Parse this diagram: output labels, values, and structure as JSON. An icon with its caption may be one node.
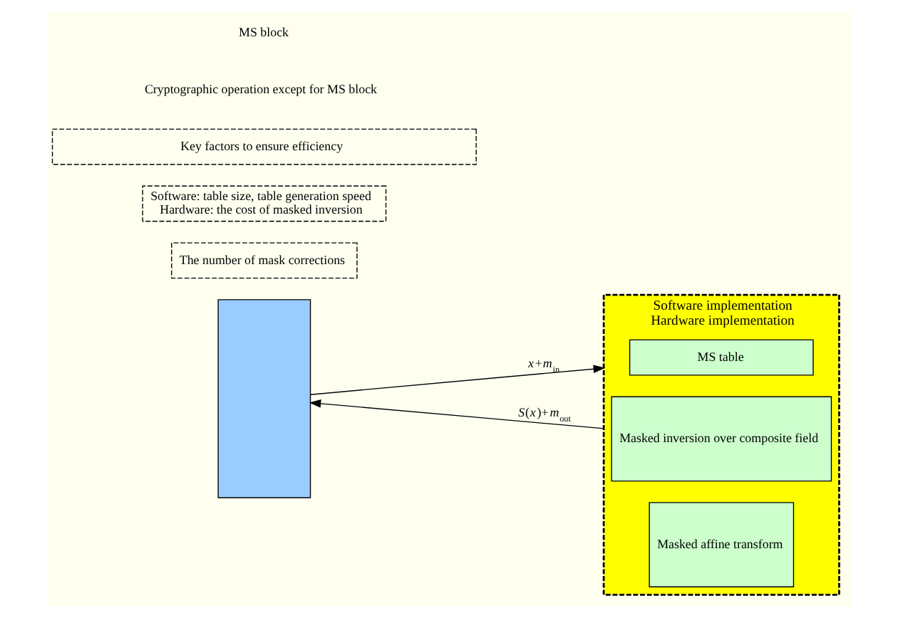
{
  "diagram": {
    "nodes": [
      {
        "text": [],
        "shape": "box"
      },
      {
        "text": [
          "Software implementation",
          "Hardware implementation"
        ]
      },
      {
        "text": [
          "MS table"
        ],
        "in": 1
      },
      {
        "text": [
          "Masked inversion over composite field"
        ],
        "in": 1
      },
      {
        "text": [
          "Masked affine transform"
        ],
        "in": 1
      },
      {
        "text": [
          "The number of mask corrections"
        ]
      },
      {
        "text": [
          "Software: table size, table generation speed",
          "Hardware: the cost of masked inversion"
        ]
      },
      {
        "text": [
          "Key factors to ensure efficiency"
        ]
      }
    ],
    "edges": [
      {
        "from": 0,
        "to": 2,
        "arrow": "to",
        "label": "*x*+*m*$_{in}$"
      },
      {
        "from": 3,
        "to": 0,
        "arrow": "to",
        "label": "*S*(*x*)+*m*$_{out}$"
      }
    ],
    "labels": [
      "Cryptographic operation except for MS block",
      "MS block"
    ]
  }
}
